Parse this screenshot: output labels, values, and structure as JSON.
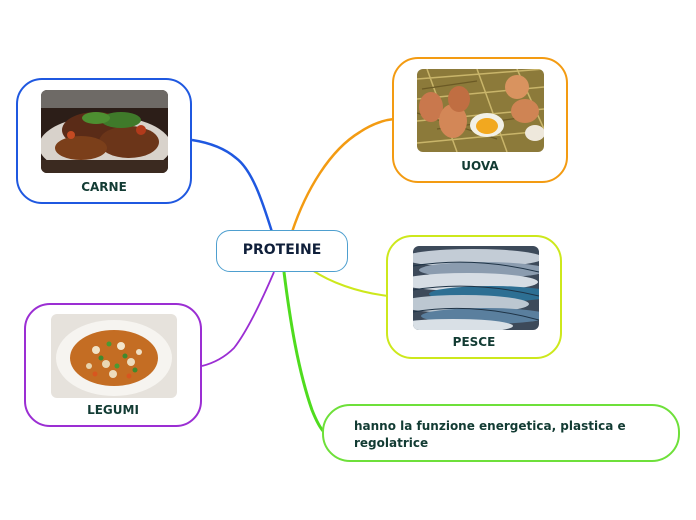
{
  "diagram": {
    "central_topic": "PROTEINE",
    "branches": [
      {
        "id": "carne",
        "label": "CARNE",
        "color": "#1f58e0",
        "image": "grilled-meat-photo"
      },
      {
        "id": "uova",
        "label": "UOVA",
        "color": "#f39b12",
        "image": "eggs-in-straw-photo"
      },
      {
        "id": "pesce",
        "label": "PESCE",
        "color": "#cde81c",
        "image": "fish-photo"
      },
      {
        "id": "legumi",
        "label": "LEGUMI",
        "color": "#9b2ed3",
        "image": "legume-soup-photo"
      },
      {
        "id": "note",
        "text": "hanno la funzione energetica, plastica e regolatrice",
        "color": "#6ee03a"
      }
    ]
  }
}
